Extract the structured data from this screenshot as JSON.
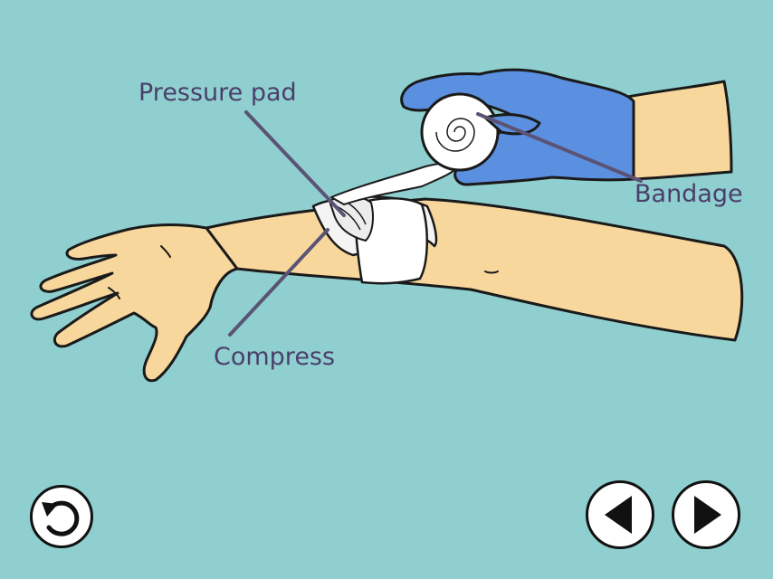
{
  "labels": {
    "pressure_pad": "Pressure pad",
    "bandage": "Bandage",
    "compress": "Compress"
  },
  "controls": {
    "replay_icon": "replay-icon",
    "prev_icon": "previous-arrow-icon",
    "next_icon": "next-arrow-icon"
  },
  "colors": {
    "background": "#8fcfcf",
    "label_text": "#4a3f6b",
    "leader_line": "#5b5375",
    "skin": "#f8d79c",
    "glove": "#5b8fe0",
    "bandage": "#ffffff"
  }
}
